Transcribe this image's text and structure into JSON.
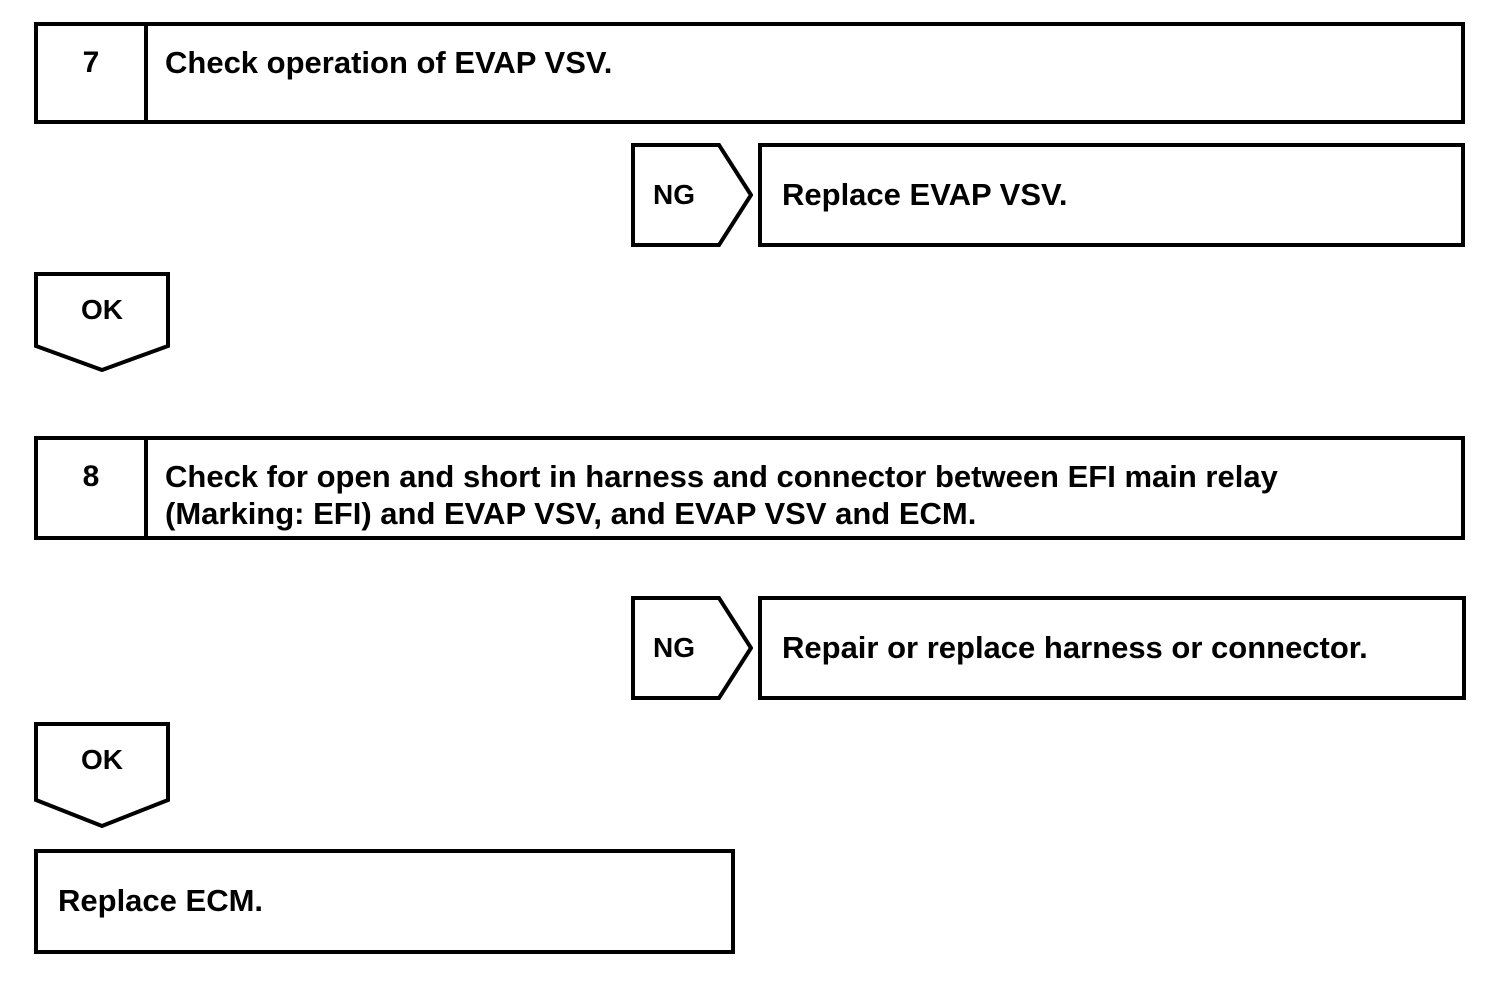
{
  "diagram": {
    "type": "troubleshooting-flowchart",
    "background_color": "#ffffff",
    "line_color": "#000000"
  },
  "steps": [
    {
      "number": "7",
      "instruction": "Check operation of EVAP VSV."
    },
    {
      "number": "8",
      "instruction": "Check for open and short in harness and connector between EFI main relay\n(Marking: EFI) and EVAP VSV, and EVAP VSV and ECM."
    }
  ],
  "branches": {
    "ng_1": {
      "label": "NG",
      "action": "Replace EVAP VSV."
    },
    "ok_1": {
      "label": "OK"
    },
    "ng_2": {
      "label": "NG",
      "action": "Repair or replace harness or connector."
    },
    "ok_2": {
      "label": "OK"
    }
  },
  "final": {
    "action": "Replace ECM."
  }
}
